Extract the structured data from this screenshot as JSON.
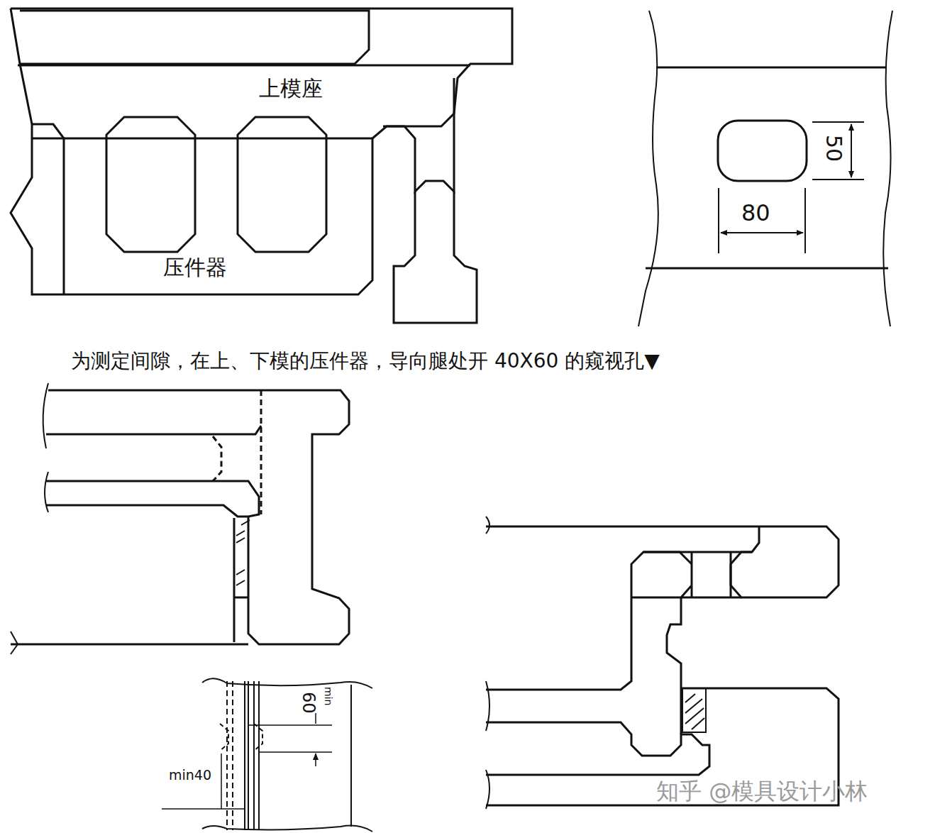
{
  "diagram": {
    "caption": "为测定间隙，在上、下模的压件器，导向腿处开 40X60 的窥视孔▼",
    "labels": [
      "上模座",
      "压件器",
      "50",
      "80",
      "min",
      "60",
      "min40",
      "知乎 @模具设计小林"
    ]
  }
}
